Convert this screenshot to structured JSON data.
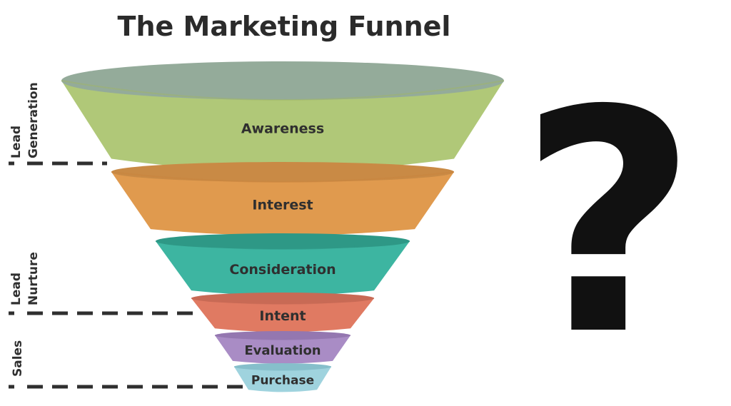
{
  "title": "The Marketing Funnel",
  "stages": [
    {
      "label": "Awareness",
      "color": "#b0c878",
      "top_color": "#94ab9a",
      "rim_color": "#9fb565"
    },
    {
      "label": "Interest",
      "color": "#e09a4e",
      "top_color": "#c98a45",
      "rim_color": "#c9843d"
    },
    {
      "label": "Consideration",
      "color": "#3db5a1",
      "top_color": "#2e9886",
      "rim_color": "#2e9886"
    },
    {
      "label": "Intent",
      "color": "#e07a62",
      "top_color": "#c86a55",
      "rim_color": "#c86a55"
    },
    {
      "label": "Evaluation",
      "color": "#a98cc5",
      "top_color": "#9477b0",
      "rim_color": "#9477b0"
    },
    {
      "label": "Purchase",
      "color": "#9fd3de",
      "top_color": "#86bfcb",
      "rim_color": "#86bfcb"
    }
  ],
  "sections": [
    {
      "line1": "Lead",
      "line2": "Generation"
    },
    {
      "line1": "Lead",
      "line2": "Nurture"
    },
    {
      "line1": "Sales",
      "line2": ""
    }
  ],
  "question_mark": "?",
  "colors": {
    "text": "#2f2f2f",
    "divider": "#2f2f2f",
    "question": "#111111"
  }
}
